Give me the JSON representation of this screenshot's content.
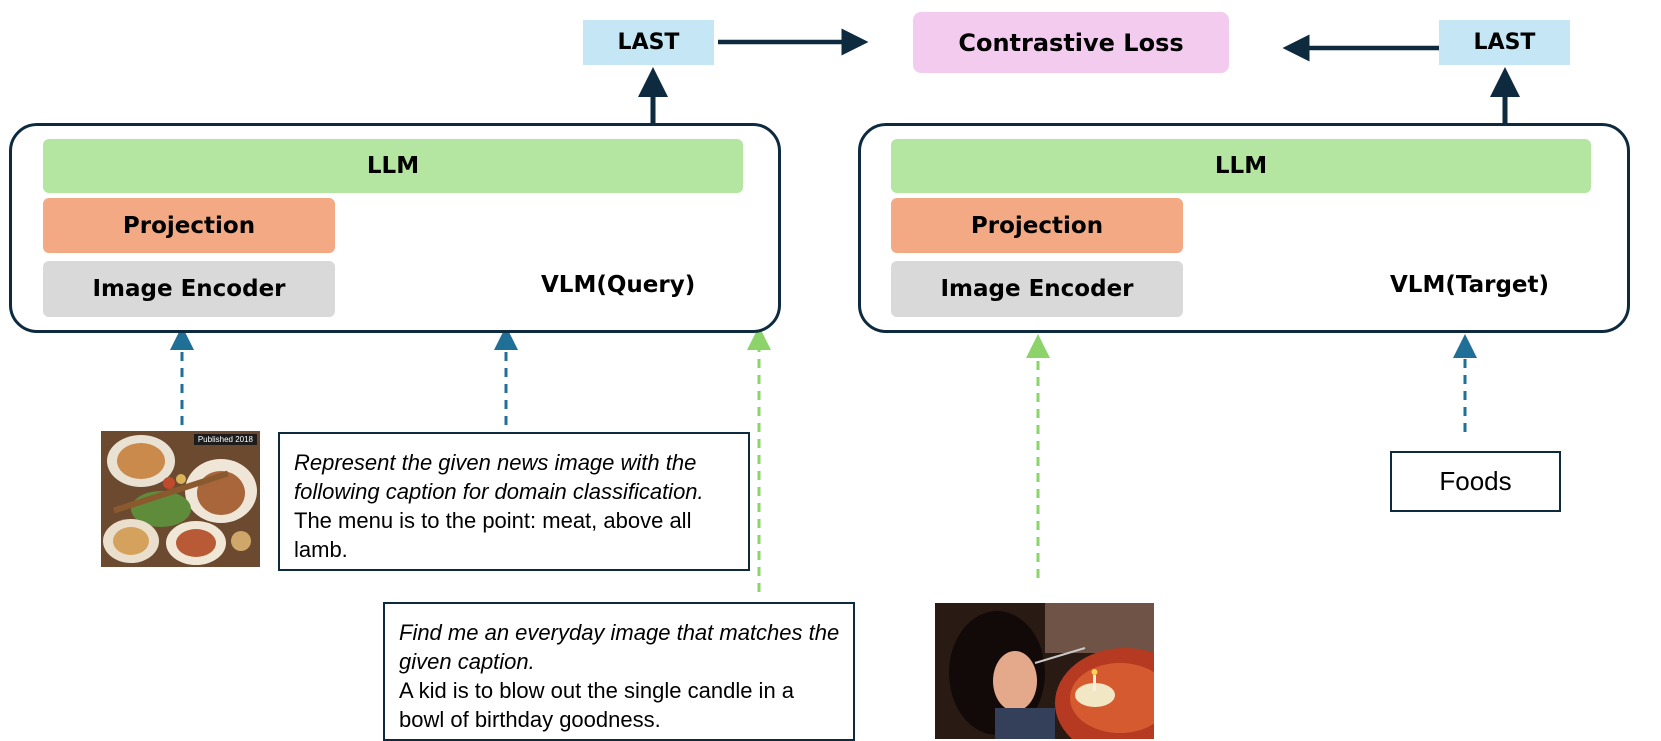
{
  "loss": {
    "label": "Contrastive Loss"
  },
  "query": {
    "last_label": "LAST",
    "llm_label": "LLM",
    "projection_label": "Projection",
    "encoder_label": "Image Encoder",
    "vlm_label": "VLM(Query)"
  },
  "target": {
    "last_label": "LAST",
    "llm_label": "LLM",
    "projection_label": "Projection",
    "encoder_label": "Image Encoder",
    "vlm_label": "VLM(Target)"
  },
  "examples": {
    "news": {
      "instruction": "Represent the given news image with the following caption for domain classification.",
      "caption": "The menu is to the point: meat, above all lamb.",
      "image_badge": "Published 2018"
    },
    "everyday": {
      "instruction": "Find me an everyday image that matches the given caption.",
      "caption": "A kid is to blow out the single candle in a bowl of birthday goodness."
    },
    "target_text": "Foods"
  },
  "colors": {
    "last": "#c5e6f5",
    "loss": "#f2cbee",
    "llm": "#b4e6a2",
    "projection": "#f2a984",
    "encoder": "#d9d9d9",
    "dark_arrow": "#0d2a3f",
    "blue_dashed": "#1f6f97",
    "green_dashed": "#8cd46a"
  }
}
